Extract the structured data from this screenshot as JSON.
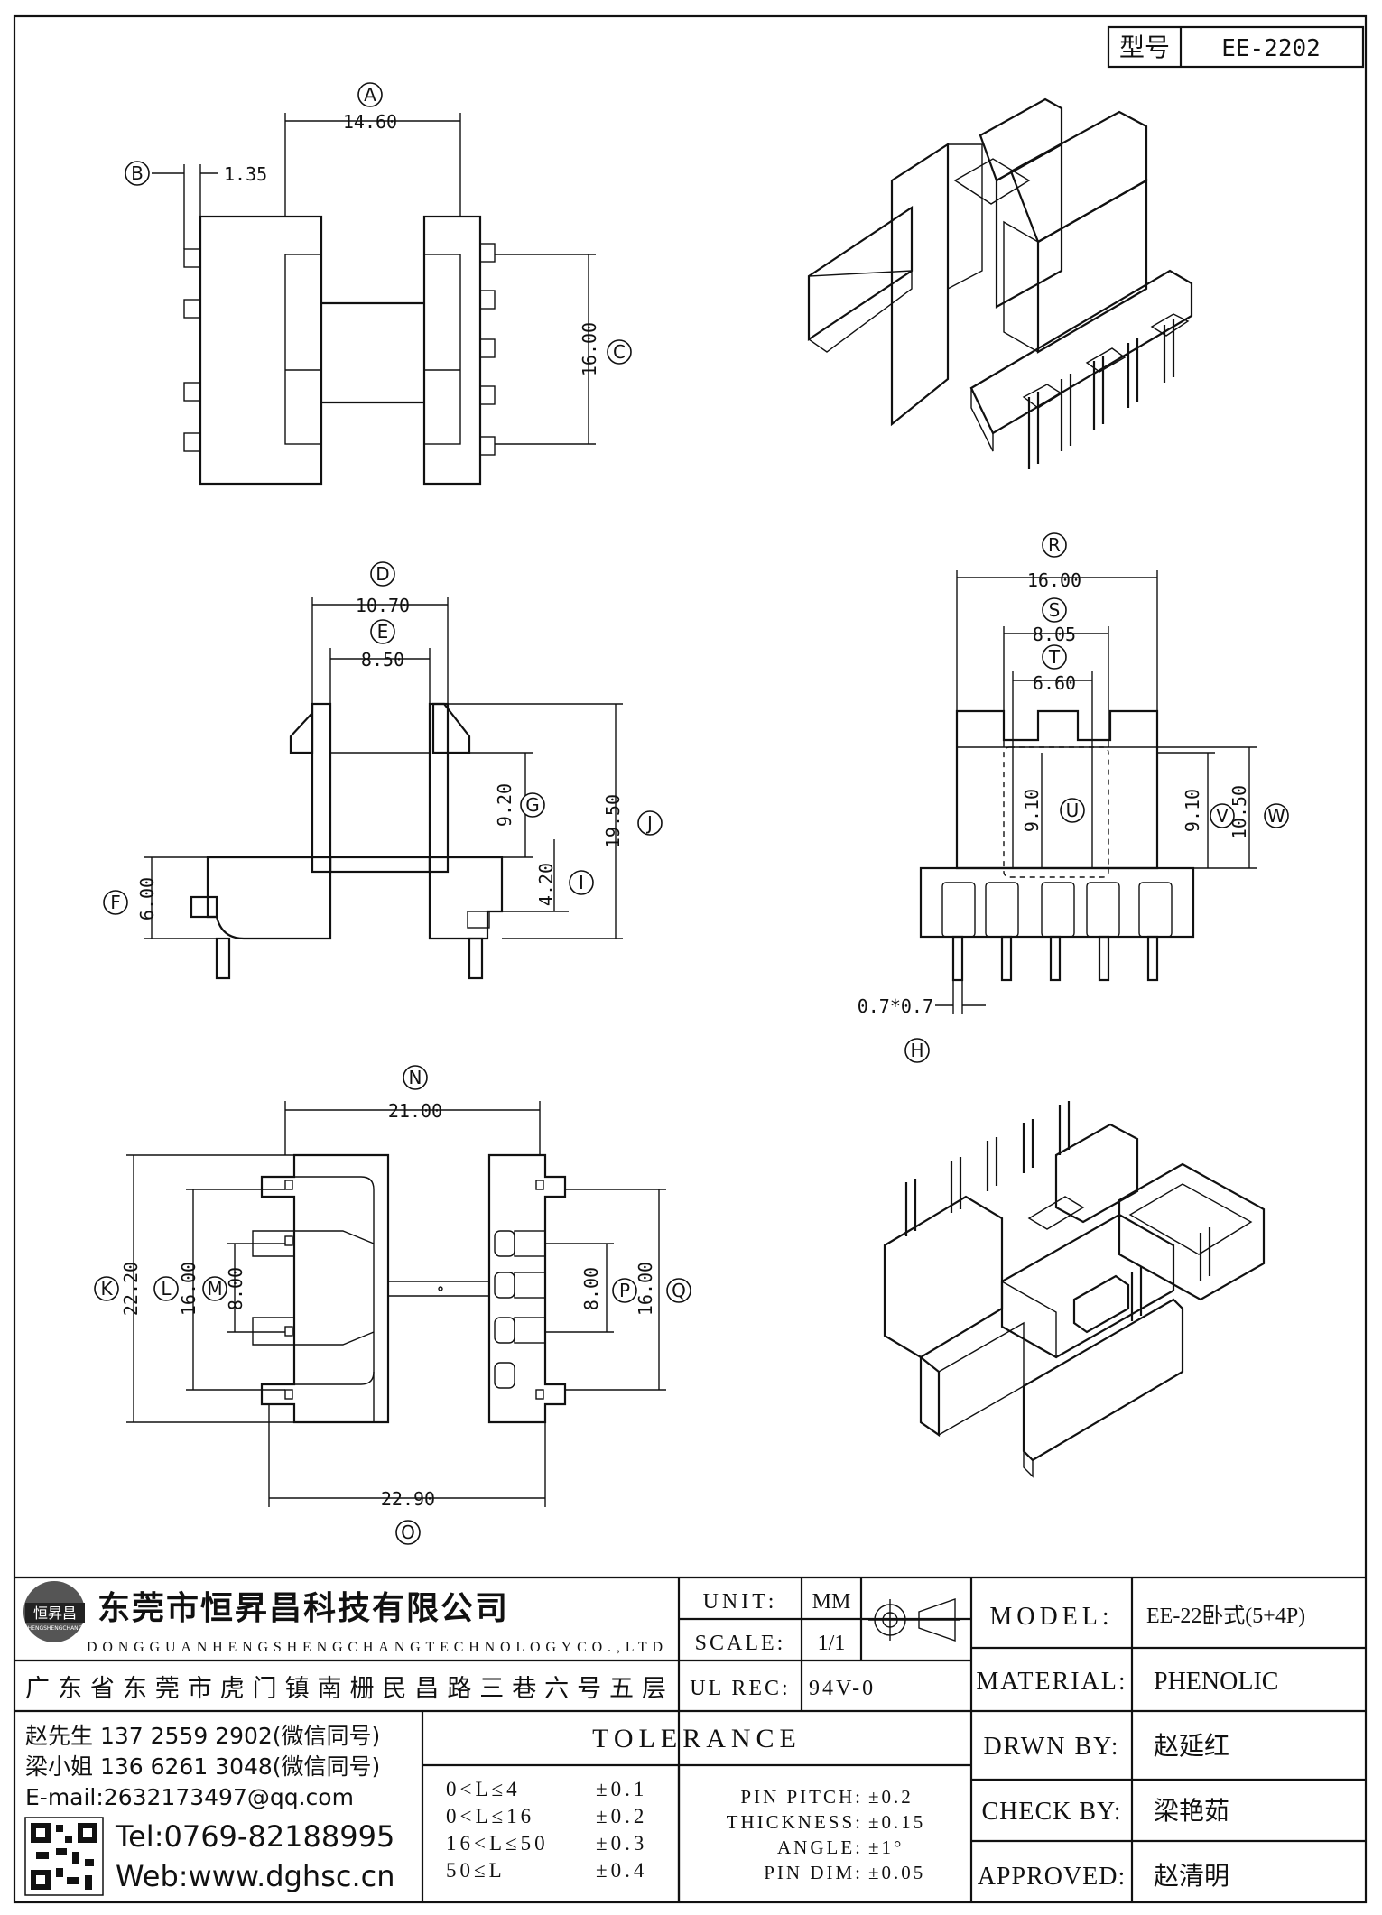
{
  "part_no_label": "型号",
  "part_no": "EE-2202",
  "views": {
    "top_view": {
      "dims": [
        {
          "letter": "A",
          "value": "14.60"
        },
        {
          "letter": "B",
          "value": "1.35"
        },
        {
          "letter": "C",
          "value": "16.00"
        }
      ]
    },
    "side_view": {
      "dims": [
        {
          "letter": "D",
          "value": "10.70"
        },
        {
          "letter": "E",
          "value": "8.50"
        },
        {
          "letter": "F",
          "value": "6.00"
        },
        {
          "letter": "G",
          "value": "9.20"
        },
        {
          "letter": "I",
          "value": "4.20"
        },
        {
          "letter": "J",
          "value": "19.50"
        }
      ]
    },
    "front_view": {
      "dims": [
        {
          "letter": "R",
          "value": "16.00"
        },
        {
          "letter": "S",
          "value": "8.05"
        },
        {
          "letter": "T",
          "value": "6.60"
        },
        {
          "letter": "U",
          "value": "9.10"
        },
        {
          "letter": "V",
          "value": "9.10"
        },
        {
          "letter": "W",
          "value": "10.50"
        },
        {
          "letter": "H",
          "value": "0.7*0.7"
        }
      ]
    },
    "bottom_view": {
      "dims": [
        {
          "letter": "N",
          "value": "21.00"
        },
        {
          "letter": "K",
          "value": "22.20"
        },
        {
          "letter": "L",
          "value": "16.00"
        },
        {
          "letter": "M",
          "value": "8.00"
        },
        {
          "letter": "P",
          "value": "8.00"
        },
        {
          "letter": "Q",
          "value": "16.00"
        },
        {
          "letter": "O",
          "value": "22.90"
        }
      ]
    }
  },
  "title_block": {
    "company_cn": "东莞市恒昇昌科技有限公司",
    "company_en": "DONGGUANHENGSHENGCHANGTECHNOLOGYCO.,LTD",
    "logo_text": "恒昇昌",
    "logo_sub": "HENGSHENGCHANG",
    "address": "广东省东莞市虎门镇南栅民昌路三巷六号五层",
    "unit_label": "UNIT:",
    "unit_value": "MM",
    "scale_label": "SCALE:",
    "scale_value": "1/1",
    "ul_label": "UL REC:",
    "ul_value": "94V-0",
    "contacts": [
      "赵先生 137 2559 2902(微信同号)",
      "梁小姐 136 6261 3048(微信同号)",
      "E-mail:2632173497@qq.com"
    ],
    "tel": "Tel:0769-82188995",
    "web": "Web:www.dghsc.cn",
    "tolerance_title": "TOLERANCE",
    "tolerance_rows": [
      {
        "range": "0<L≤4",
        "value": "±0.1"
      },
      {
        "range": "0<L≤16",
        "value": "±0.2"
      },
      {
        "range": "16<L≤50",
        "value": "±0.3"
      },
      {
        "range": "50≤L",
        "value": "±0.4"
      }
    ],
    "pin_specs": [
      {
        "label": "PIN PITCH:",
        "value": "±0.2"
      },
      {
        "label": "THICKNESS:",
        "value": "±0.15"
      },
      {
        "label": "ANGLE:",
        "value": "±1°"
      },
      {
        "label": "PIN DIM:",
        "value": "±0.05"
      }
    ],
    "model_label": "MODEL:",
    "model_value": "EE-22卧式(5+4P)",
    "material_label": "MATERIAL:",
    "material_value": "PHENOLIC",
    "drawn_label": "DRWN BY:",
    "drawn_value": "赵延红",
    "check_label": "CHECK BY:",
    "check_value": "梁艳茹",
    "approved_label": "APPROVED:",
    "approved_value": "赵清明"
  }
}
